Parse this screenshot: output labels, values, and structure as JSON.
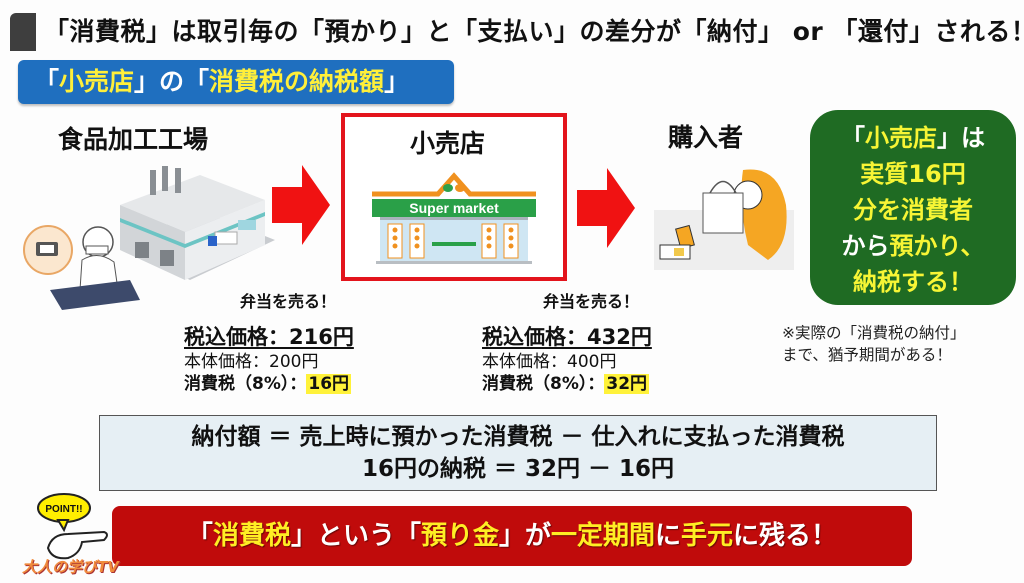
{
  "header": {
    "title": "「消費税」は取引毎の「預かり」と「支払い」の差分が「納付」 or 「還付」される！",
    "subtitle_parts": [
      "「",
      "小売店",
      "」の「",
      "消費税の納税額",
      "」"
    ]
  },
  "flow": {
    "factory": {
      "label": "食品加工工場",
      "icon": "factory-icon"
    },
    "retailer": {
      "label": "小売店",
      "store_sign": "Super market",
      "icon": "supermarket-icon"
    },
    "buyer": {
      "label": "購入者",
      "icon": "shopper-paying-icon"
    },
    "arrows": [
      "arrow-right-icon",
      "arrow-right-icon"
    ]
  },
  "sales": [
    {
      "action": "弁当を売る！",
      "tax_included_label": "税込価格：216円",
      "base_price": "本体価格：200円",
      "tax_label": "消費税（8%）：",
      "tax_value": "16円"
    },
    {
      "action": "弁当を売る！",
      "tax_included_label": "税込価格：432円",
      "base_price": "本体価格：400円",
      "tax_label": "消費税（8%）：",
      "tax_value": "32円"
    }
  ],
  "callout": {
    "lines": [
      {
        "parts": [
          "「",
          "小売店",
          "」は"
        ]
      },
      {
        "parts": [
          "",
          "実質16円",
          ""
        ]
      },
      {
        "parts": [
          "",
          "分を消費者",
          ""
        ]
      },
      {
        "parts": [
          "から",
          "預かり、",
          ""
        ]
      },
      {
        "parts": [
          "",
          "納税する！",
          ""
        ]
      }
    ]
  },
  "note": {
    "line1": "※実際の「消費税の納付」",
    "line2": "まで、猶予期間がある！"
  },
  "formula": {
    "line1": "納付額 ＝ 売上時に預かった消費税 － 仕入れに支払った消費税",
    "line2": "16円の納税 ＝ 32円 － 16円"
  },
  "banner": {
    "parts": [
      "「",
      "消費税",
      "」という「",
      "預り金",
      "」が",
      "一定期間",
      "に",
      "手元",
      "に残る！"
    ]
  },
  "badge": {
    "text": "POINT!!",
    "icon": "pointing-hand-icon"
  },
  "watermark": "大人の学びTV",
  "colors": {
    "subtitle_bg": "#1f6fbf",
    "highlight_yellow": "#ffef3a",
    "retail_border": "#e3141c",
    "callout_bg": "#1f6b23",
    "formula_bg": "#e6eff4",
    "banner_bg": "#c00b0b"
  }
}
